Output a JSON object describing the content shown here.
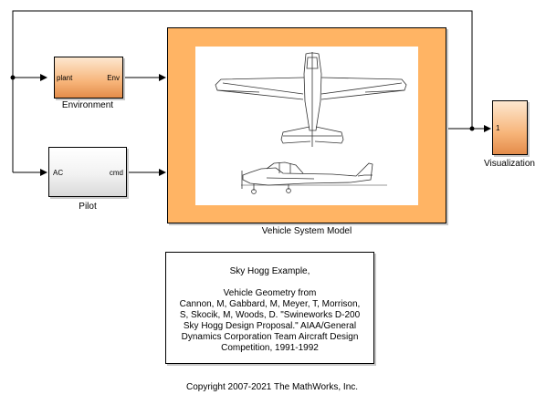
{
  "blocks": {
    "environment": {
      "name": "Environment",
      "in_port": "plant",
      "out_port": "Env"
    },
    "pilot": {
      "name": "Pilot",
      "in_port": "AC",
      "out_port": "cmd"
    },
    "vehicle_system_model": {
      "name": "Vehicle System Model"
    },
    "visualization": {
      "name": "Visualization",
      "in_port": "1"
    }
  },
  "annotation": {
    "lines": [
      "Sky Hogg Example,",
      "",
      "Vehicle Geometry from",
      "Cannon, M, Gabbard, M, Meyer, T, Morrison,",
      "S, Skocik, M, Woods, D. \"Swineworks D-200",
      "Sky Hogg Design Proposal.\" AIAA/General",
      "Dynamics Corporation Team Aircraft Design",
      "Competition, 1991-1992"
    ]
  },
  "copyright": "Copyright 2007-2021 The MathWorks, Inc.",
  "colors": {
    "subsystem_orange": "#ffb464",
    "block_orange_light": "#fde7cf",
    "block_orange_dark": "#e48c4a",
    "line": "#000000"
  }
}
